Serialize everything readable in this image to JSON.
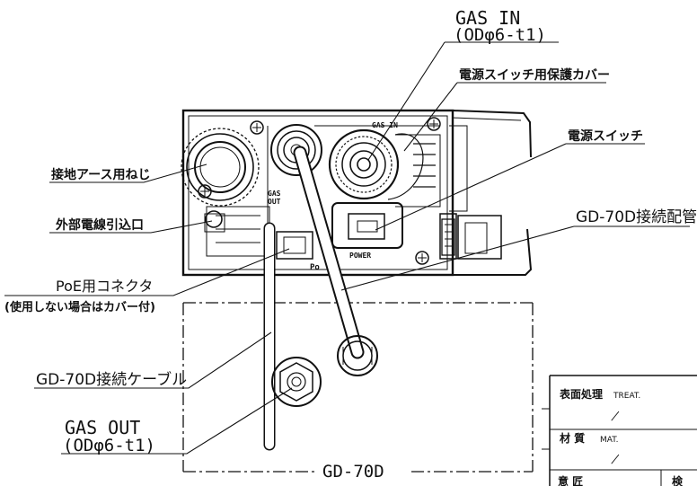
{
  "labels": {
    "gas_in": "GAS IN",
    "gas_in_spec": "(ODφ6-t1)",
    "power_switch_cover": "電源スイッチ用保護カバー",
    "power_switch": "電源スイッチ",
    "gd70d_pipe": "GD-70D接続配管",
    "ground_screw": "接地アース用ねじ",
    "external_wire_inlet": "外部電線引込口",
    "poe_connector": "PoE用コネクタ",
    "poe_note": "(使用しない場合はカバー付)",
    "gd70d_cable": "GD-70D接続ケーブル",
    "gas_out": "GAS OUT",
    "gas_out_spec": "(ODφ6-t1)",
    "gd70d": "GD-70D"
  },
  "device_marks": {
    "gas_in_mark": "GAS IN",
    "gas_out_mark": "GAS\nOUT",
    "power_mark": "POWER",
    "po_mark": "Po"
  },
  "title_block": {
    "surface_treatment": "表面処理",
    "treat": "TREAT.",
    "material": "材 質",
    "mat": "MAT.",
    "none_mark_1": "̸",
    "none_mark_2": "̸",
    "bottom_left": "意 匠",
    "bottom_right": "検"
  }
}
